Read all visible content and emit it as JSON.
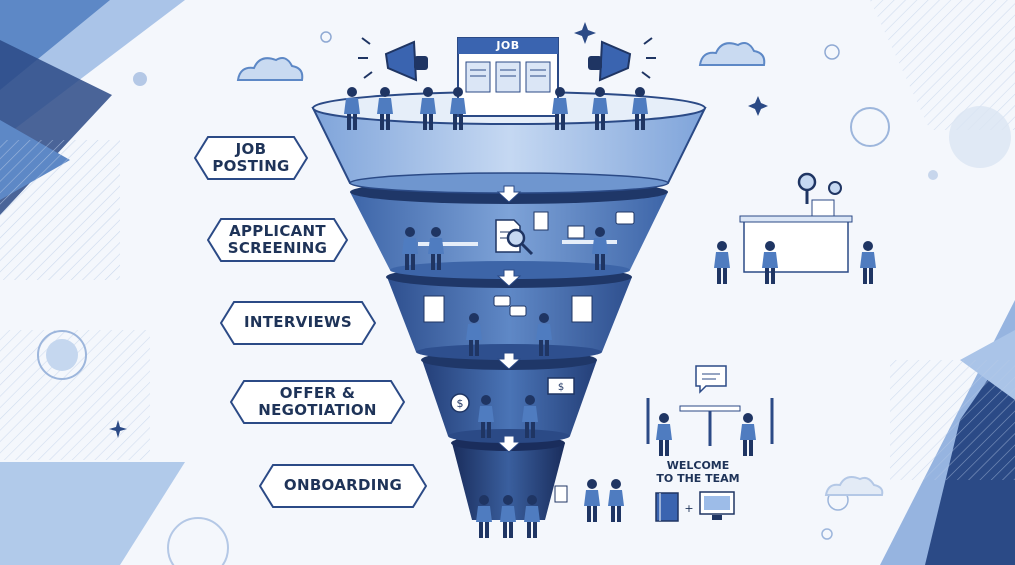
{
  "stages": [
    {
      "id": "job-posting",
      "label": "JOB\nPOSTING"
    },
    {
      "id": "applicant-screening",
      "label": "APPLICANT\nSCREENING"
    },
    {
      "id": "interviews",
      "label": "INTERVIEWS"
    },
    {
      "id": "offer-negotiation",
      "label": "OFFER &\nNEGOTIATION"
    },
    {
      "id": "onboarding",
      "label": "ONBOARDING"
    }
  ],
  "job_board": {
    "title": "JOB"
  },
  "welcome": {
    "text": "WELCOME\nTO THE TEAM"
  },
  "icons": [
    "megaphone-icon",
    "document-icon",
    "magnifier-icon",
    "chat-bubble-icon",
    "dollar-icon",
    "banknote-icon",
    "book-icon",
    "monitor-icon",
    "sparkle-icon",
    "cloud-icon"
  ],
  "colors": {
    "background": "#f4f7fc",
    "funnel_light": "#9dbce8",
    "funnel_mid": "#5d88c6",
    "funnel_dark": "#2b4a86",
    "funnel_darkest": "#1c2f61",
    "label_border": "#2b4a86",
    "label_text": "#1e3358",
    "accent_blue": "#3a64b0"
  }
}
